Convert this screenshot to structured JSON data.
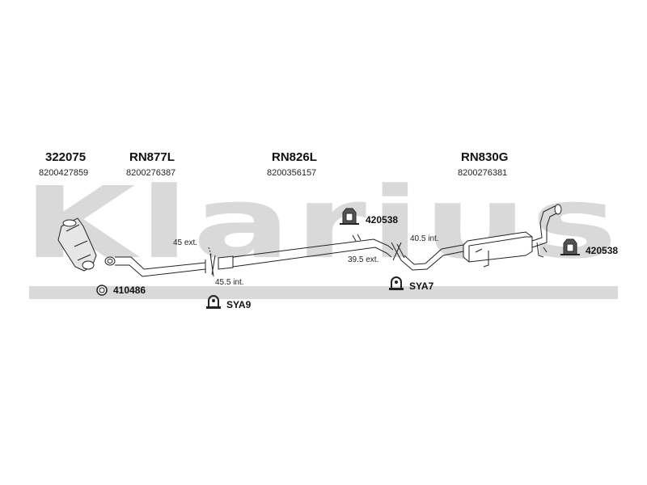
{
  "watermark": {
    "brand": "Klarius",
    "color": "#d9d9d9"
  },
  "sections": [
    {
      "part_code": "322075",
      "oe_number": "8200427859"
    },
    {
      "part_code": "RN877L",
      "oe_number": "8200276387"
    },
    {
      "part_code": "RN826L",
      "oe_number": "8200356157"
    },
    {
      "part_code": "RN830G",
      "oe_number": "8200276381"
    }
  ],
  "joints": [
    {
      "top_label": "45 ext.",
      "bottom_label": "45.5 int."
    },
    {
      "top_label": "40.5 int.",
      "bottom_label": "39.5 ext."
    }
  ],
  "hardware": [
    {
      "code": "410486",
      "icon": "gasket-ring-icon"
    },
    {
      "code": "SYA9",
      "icon": "clamp-icon"
    },
    {
      "code": "420538",
      "icon": "rubber-mount-icon"
    },
    {
      "code": "SYA7",
      "icon": "clamp-icon"
    },
    {
      "code": "420538",
      "icon": "rubber-mount-icon"
    }
  ]
}
